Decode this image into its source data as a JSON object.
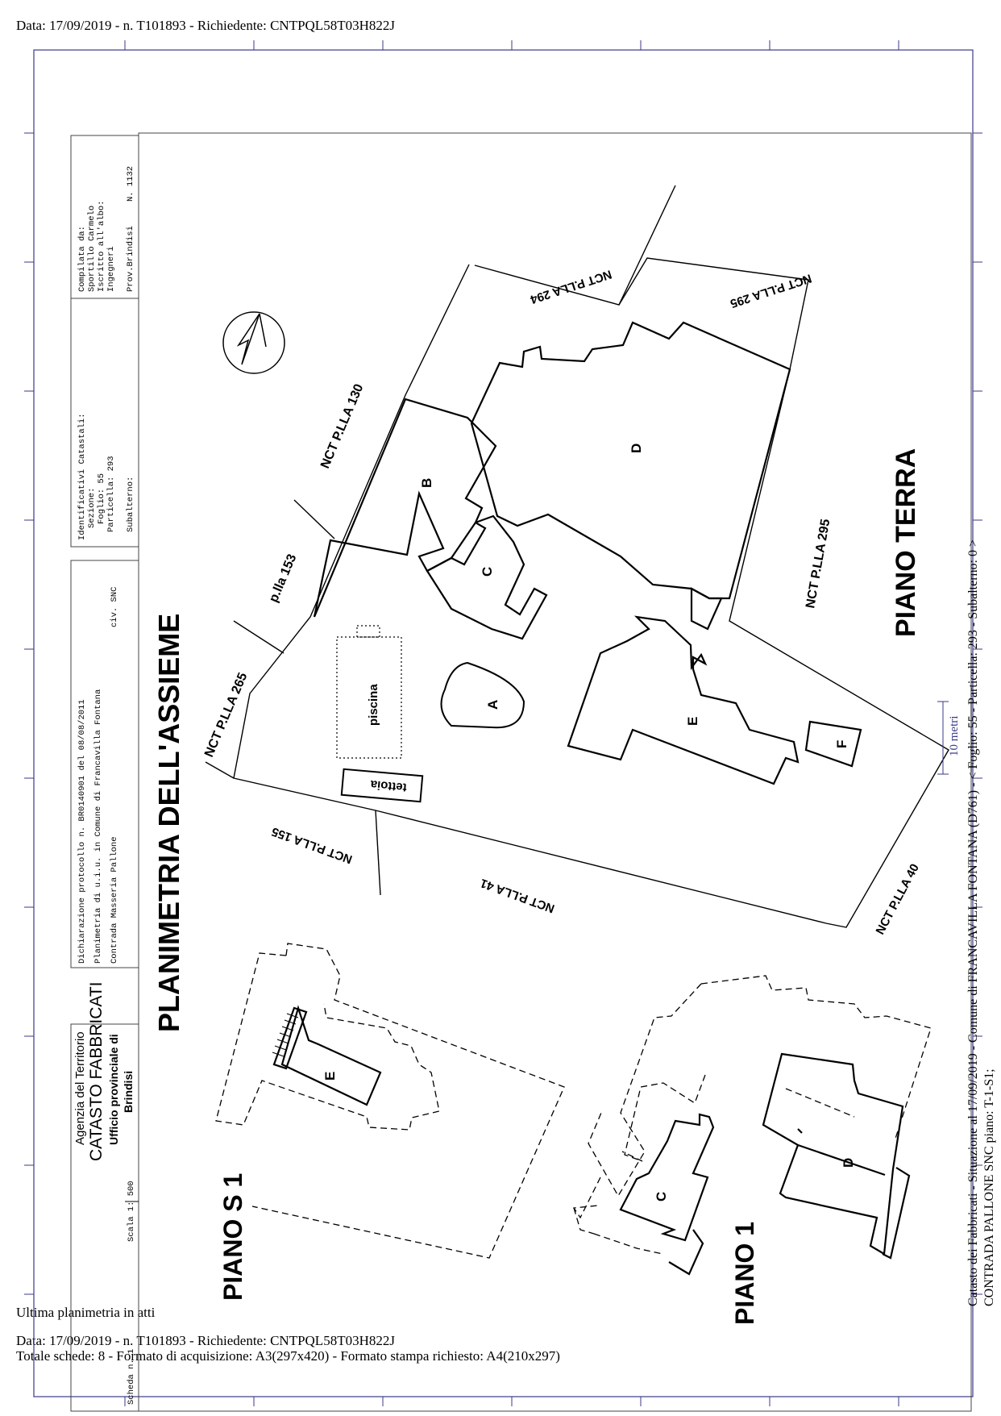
{
  "header": {
    "top_line": "Data: 17/09/2019 - n. T101893 - Richiedente: CNTPQL58T03H822J"
  },
  "footer": {
    "last_plan": "Ultima planimetria in atti",
    "data_line": "Data: 17/09/2019 - n. T101893 - Richiedente: CNTPQL58T03H822J",
    "totals_line": "Totale schede: 8 - Formato di acquisizione: A3(297x420)  - Formato stampa richiesto: A4(210x297)"
  },
  "side_text": {
    "line1": "Catasto dei Fabbricati - Situazione al 17/09/2019 - Comune di FRANCAVILLA FONTANA (D761) - < Foglio: 55 - Particella: 293 - Subalterno: 0 >",
    "line2": "CONTRADA PALLONE SNC piano: T-1-S1;",
    "scale_marker": "10 metri"
  },
  "cartouche": {
    "compiled": [
      "Compilata da:",
      "Sportillo Carmelo",
      "Iscritto all'albo:",
      "Ingegneri",
      "Prov.Brindisi"
    ],
    "number": "N. 1132",
    "identifiers": [
      "Identificativi Catastali:",
      "Sezione:",
      "Foglio: 55",
      "Particella: 293",
      "Subalterno:"
    ],
    "declaration": "Dichiarazione protocollo n.   BR0140901 del   08/08/2011",
    "plan_of": "Planimetria di u.i.u. in Comune di Francavilla Fontana",
    "address": "Contrada Masseria Pallone",
    "civ": "civ.   SNC",
    "agency": "Agenzia del Territorio",
    "catasto": "CATASTO FABBRICATI",
    "office": "Ufficio provinciale di",
    "city": "Brindisi",
    "scale": "Scala 1: 500",
    "sheet": "Scheda n. 1"
  },
  "plan": {
    "title": "PLANIMETRIA DELL'ASSIEME",
    "piano_terra": "PIANO TERRA",
    "piano_s1": "PIANO S 1",
    "piano_1": "PIANO 1",
    "parcels": {
      "p294": "NCT P.LLA 294",
      "p295_top": "NCT P.LLA 295",
      "p130": "NCT P.LLA 130",
      "p153": "p.lla 153",
      "p265": "NCT P.LLA 265",
      "p155": "NCT P.LLA 155",
      "p41": "NCT P.LLA 41",
      "p40": "NCT P.LLA 40",
      "p295_right": "NCT P.LLA 295"
    },
    "units": {
      "A": "A",
      "B": "B",
      "C": "C",
      "D": "D",
      "E": "E",
      "F": "F"
    },
    "piscina": "piscina",
    "tettoia": "tettoia",
    "s1_unit": "E",
    "p1_units": {
      "C": "C",
      "D": "D"
    }
  }
}
